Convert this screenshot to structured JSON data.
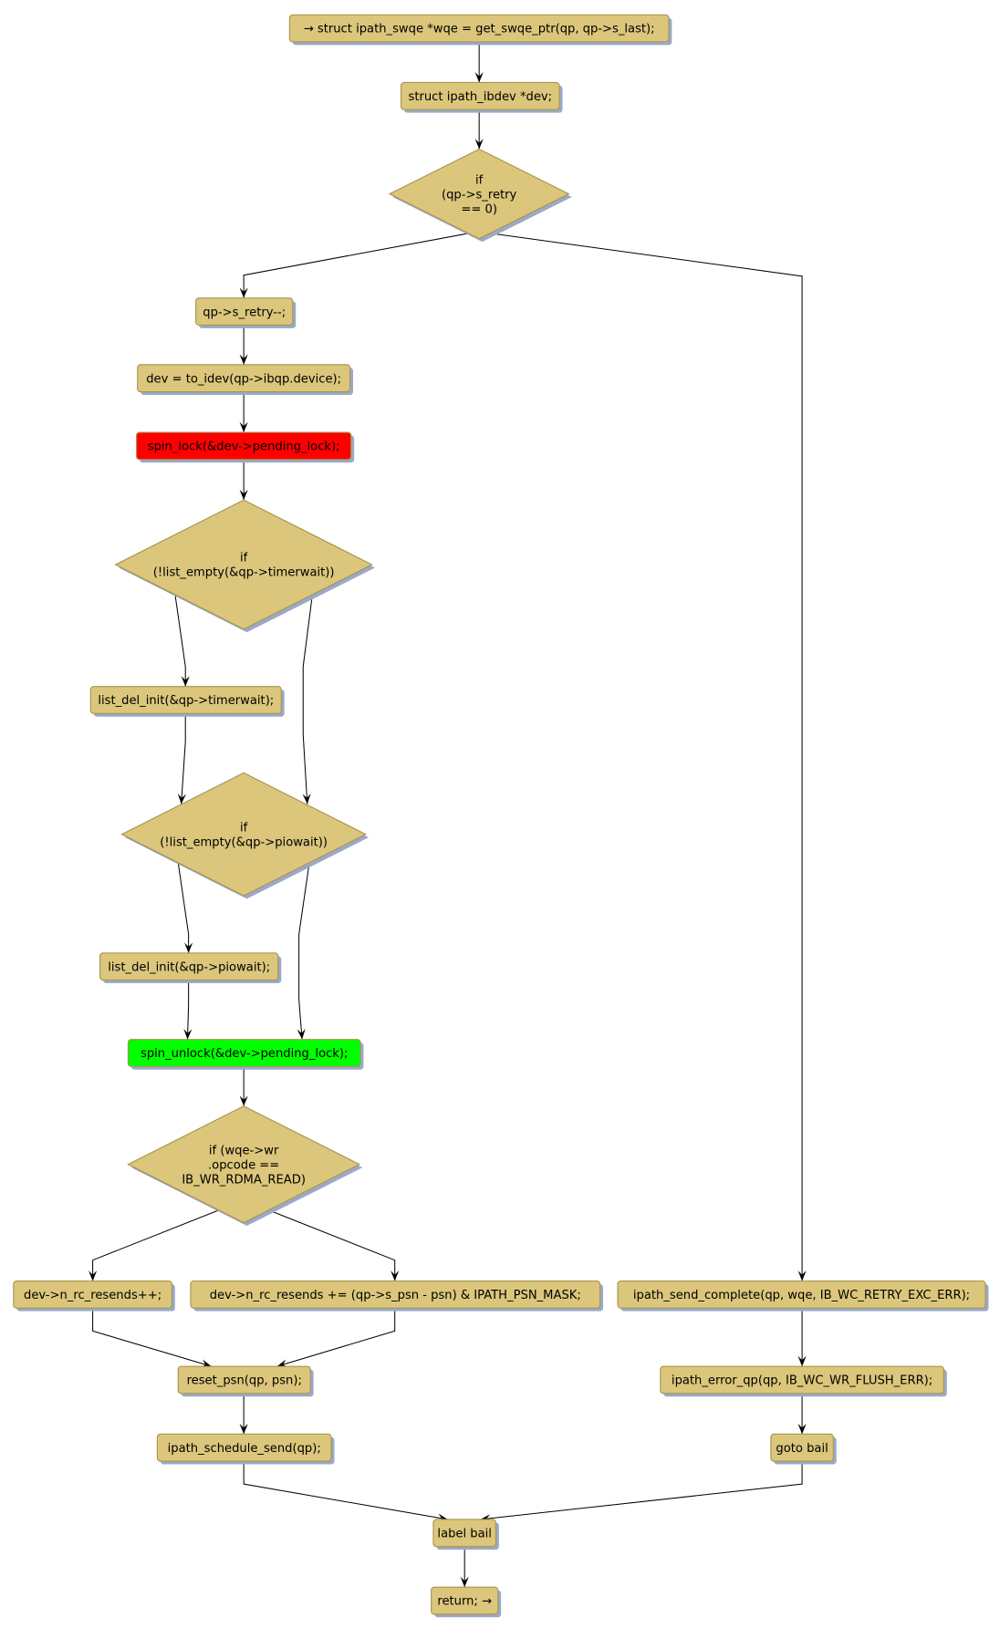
{
  "nodes": {
    "start": "→ struct ipath_swqe *wqe = get_swqe_ptr(qp, qp->s_last);",
    "decl_dev": "struct ipath_ibdev *dev;",
    "if_retry": [
      "if",
      "(qp->s_retry",
      "== 0)"
    ],
    "dec_retry": "qp->s_retry--;",
    "to_idev": "dev = to_idev(qp->ibqp.device);",
    "spin_lock": "spin_lock(&dev->pending_lock);",
    "if_timerwait": [
      "if",
      "(!list_empty(&qp->timerwait))"
    ],
    "del_timerwait": "list_del_init(&qp->timerwait);",
    "if_piowait": [
      "if",
      "(!list_empty(&qp->piowait))"
    ],
    "del_piowait": "list_del_init(&qp->piowait);",
    "spin_unlock": "spin_unlock(&dev->pending_lock);",
    "if_opcode": [
      "if (wqe->wr",
      ".opcode ==",
      "IB_WR_RDMA_READ)"
    ],
    "resends_inc": "dev->n_rc_resends++;",
    "resends_add": "dev->n_rc_resends += (qp->s_psn - psn) & IPATH_PSN_MASK;",
    "send_complete": "ipath_send_complete(qp, wqe, IB_WC_RETRY_EXC_ERR);",
    "reset_psn": "reset_psn(qp, psn);",
    "error_qp": "ipath_error_qp(qp, IB_WC_WR_FLUSH_ERR);",
    "schedule_send": "ipath_schedule_send(qp);",
    "goto_bail": "goto bail",
    "label_bail": "label bail",
    "return": "return; →"
  },
  "colors": {
    "node_fill": "#dbc67b",
    "spin_lock_fill": "#ff0000",
    "spin_unlock_fill": "#00ff00"
  }
}
